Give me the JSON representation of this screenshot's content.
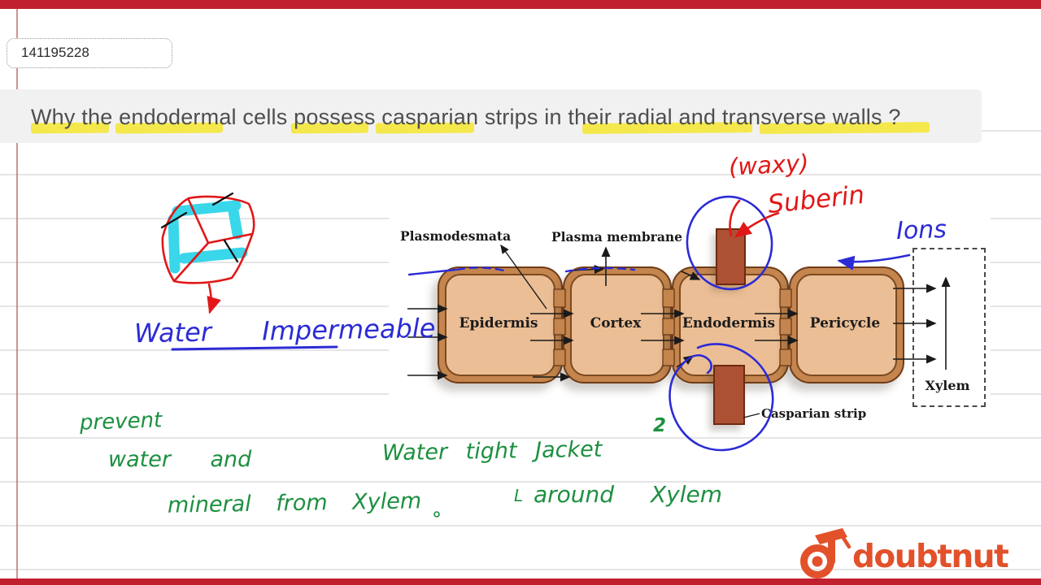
{
  "meta": {
    "id": "141195228"
  },
  "question": {
    "text": "Why the endodermal cells possess casparian strips in their radial and transverse walls ?"
  },
  "diagram": {
    "plasmodesmata_label": "Plasmodesmata",
    "plasma_membrane_label": "Plasma membrane",
    "casparian_strip_label": "Casparian strip",
    "xylem_label": "Xylem",
    "cells": [
      {
        "label": "Epidermis"
      },
      {
        "label": "Cortex"
      },
      {
        "label": "Endodermis"
      },
      {
        "label": "Pericycle"
      }
    ]
  },
  "handwriting": {
    "red": {
      "waxy": "(waxy)",
      "suberin": "Suberin"
    },
    "blue": {
      "ions": "Ions",
      "water": "Water",
      "impermeable": "Impermeable"
    },
    "green": {
      "prevent": "prevent",
      "water_and": "water and",
      "mineral_from_xylem": "mineral from Xylem",
      "water_tight_jacket": "Water tight Jacket",
      "l_mark": "L",
      "around_xylem": "around Xylem",
      "step_2": "2"
    }
  },
  "branding": {
    "name": "doubtnut"
  },
  "colors": {
    "top_bottom_bar": "#c1202e",
    "highlight": "#f4e73b",
    "pen_red": "#e01818",
    "pen_blue": "#2b2bd5",
    "pen_green": "#1d9040",
    "pen_cyan": "#3ad6ea",
    "cell_fill": "#ecbe95",
    "cell_ring": "#c4854e",
    "casparian_strip": "#ad5134",
    "logo": "#e2512a"
  }
}
